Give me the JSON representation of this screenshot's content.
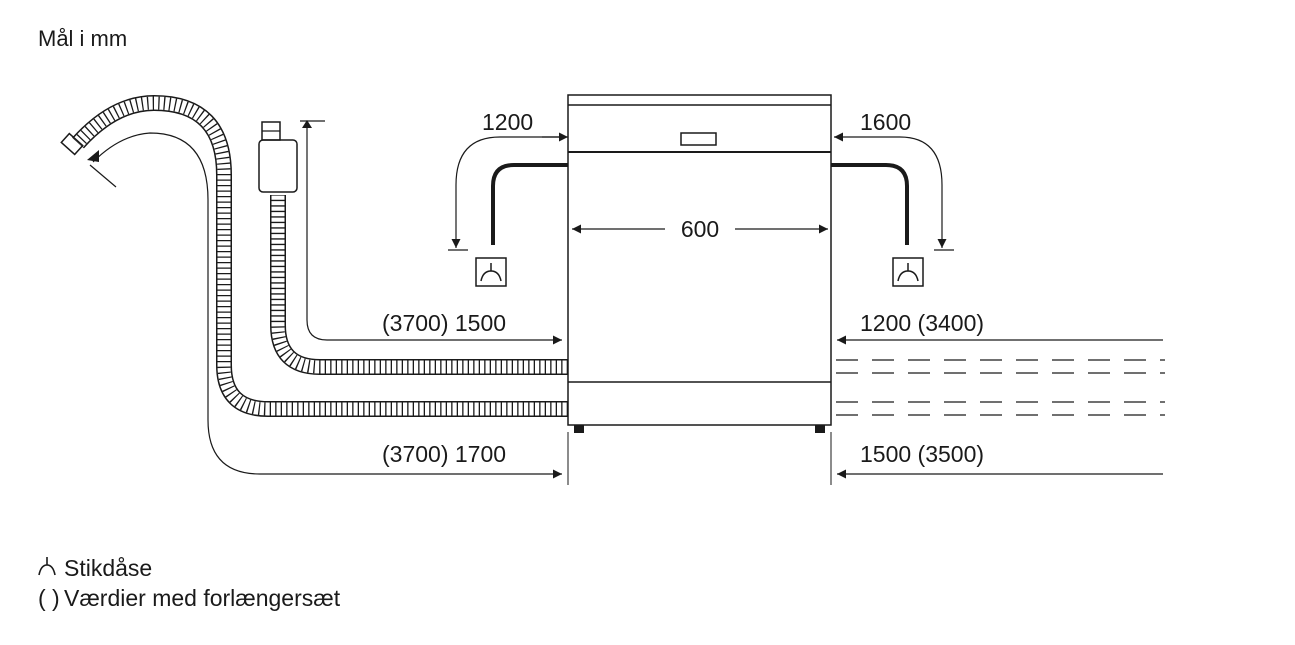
{
  "title": "Mål i mm",
  "dimensions": {
    "cord_left": "1200",
    "cord_right": "1600",
    "width": "600",
    "inlet_left": "(3700) 1500",
    "inlet_right": "1200 (3400)",
    "drain_left": "(3700) 1700",
    "drain_right": "1500 (3500)"
  },
  "legend": {
    "socket_symbol": "⏊",
    "socket_label": "Stikdåse",
    "paren_symbol": "( )",
    "paren_label": "Værdier med forlængersæt"
  },
  "colors": {
    "line": "#1a1a1a",
    "background": "#ffffff"
  }
}
